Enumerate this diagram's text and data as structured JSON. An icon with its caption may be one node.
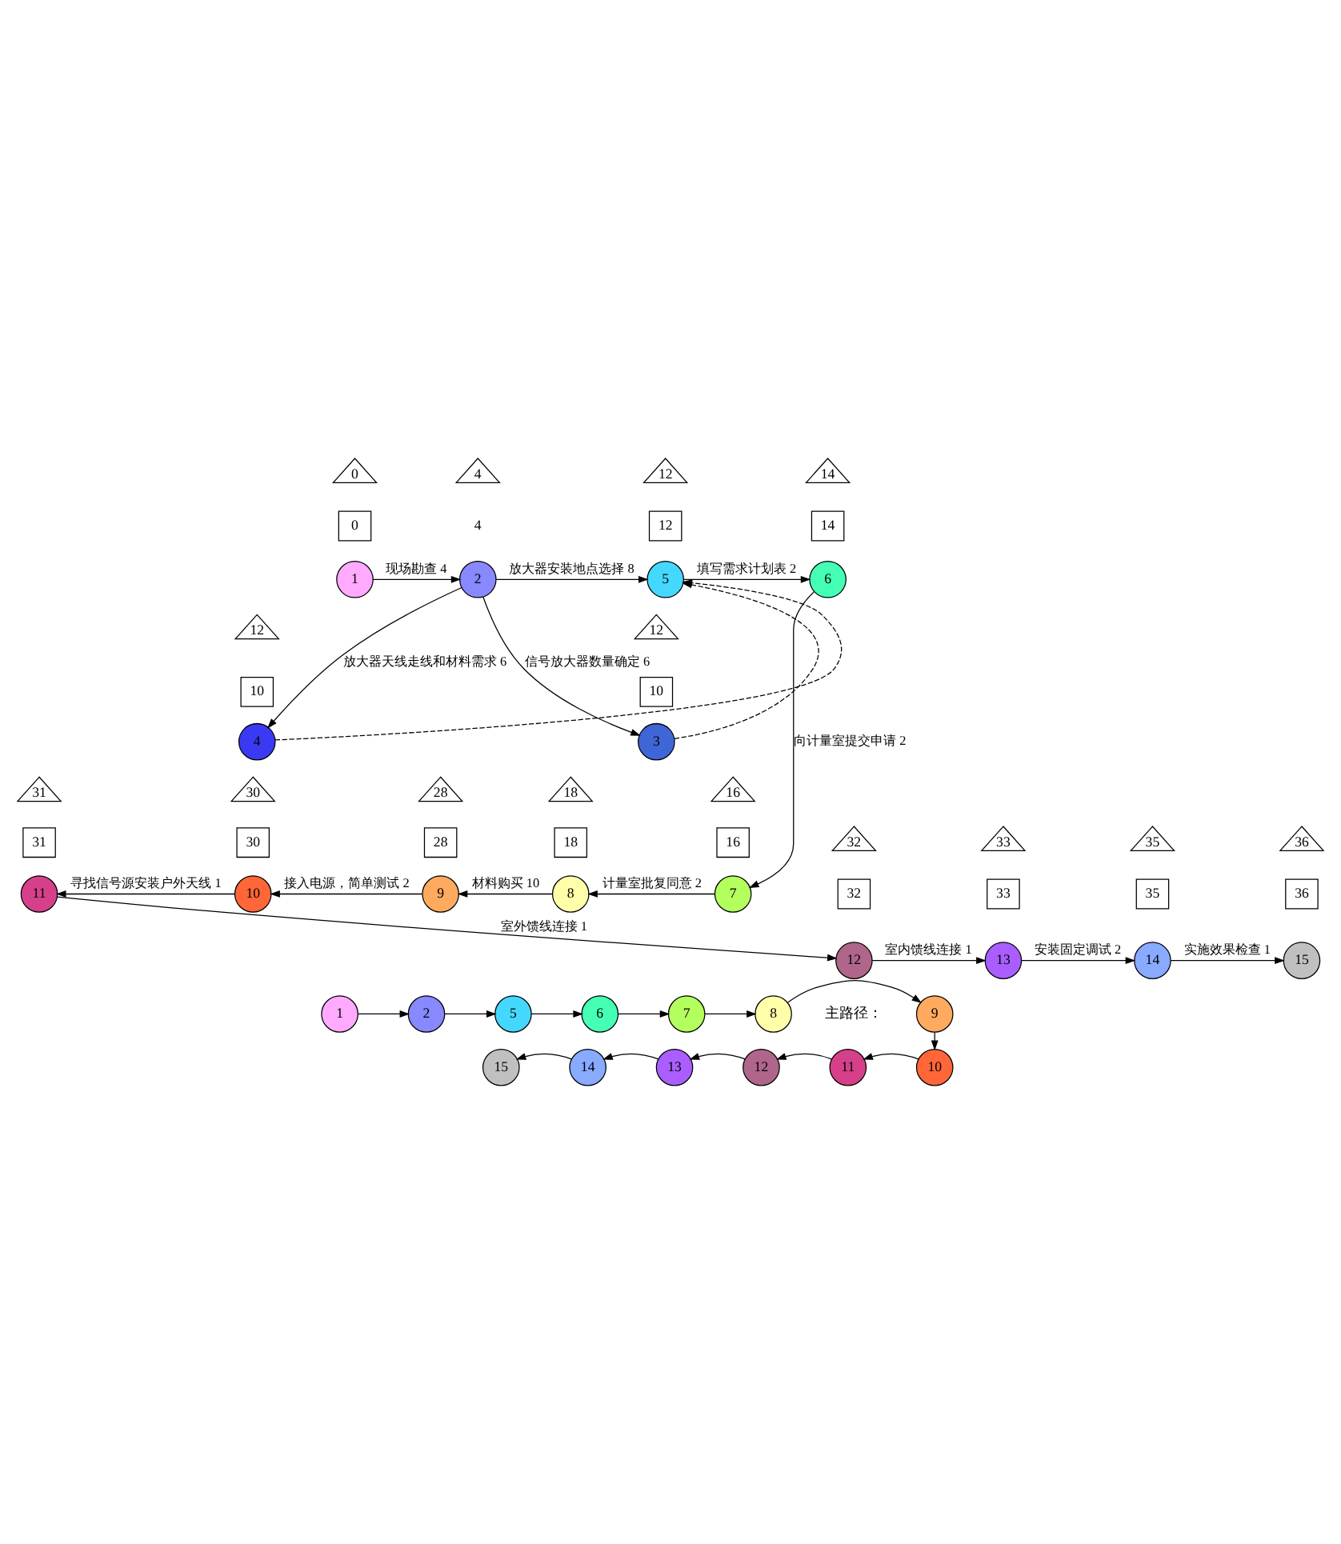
{
  "diagram": {
    "nodes": [
      {
        "text": [
          "12"
        ]
      },
      {
        "text": [
          "10"
        ]
      },
      {
        "text": [
          "3"
        ]
      },
      {
        "text": [
          "12"
        ]
      },
      {
        "text": [
          "10"
        ]
      },
      {
        "text": [
          "4"
        ]
      },
      {
        "text": [
          "0"
        ]
      },
      {
        "text": [
          "0"
        ]
      },
      {
        "text": [
          "1"
        ]
      },
      {
        "text": [
          "4"
        ]
      },
      {
        "text": [
          "2"
        ]
      },
      {
        "text": [
          "12"
        ]
      },
      {
        "text": [
          "12"
        ]
      },
      {
        "text": [
          "5"
        ]
      },
      {
        "text": [
          "14"
        ]
      },
      {
        "text": [
          "14"
        ]
      },
      {
        "text": [
          "6"
        ]
      },
      {
        "text": [
          "16"
        ]
      },
      {
        "text": [
          "16"
        ]
      },
      {
        "text": [
          "7"
        ]
      },
      {
        "text": [
          "18"
        ]
      },
      {
        "text": [
          "18"
        ]
      },
      {
        "text": [
          "8"
        ]
      },
      {
        "text": [
          "28"
        ]
      },
      {
        "text": [
          "28"
        ]
      },
      {
        "text": [
          "9"
        ]
      },
      {
        "text": [
          "30"
        ]
      },
      {
        "text": [
          "30"
        ]
      },
      {
        "text": [
          "10"
        ]
      },
      {
        "text": [
          "31"
        ]
      },
      {
        "text": [
          "31"
        ]
      },
      {
        "text": [
          "11"
        ]
      },
      {
        "text": [
          "32"
        ]
      },
      {
        "text": [
          "32"
        ]
      },
      {
        "text": [
          "12"
        ]
      },
      {
        "text": [
          "33"
        ]
      },
      {
        "text": [
          "33"
        ]
      },
      {
        "text": [
          "13"
        ]
      },
      {
        "text": [
          "35"
        ]
      },
      {
        "text": [
          "35"
        ]
      },
      {
        "text": [
          "14"
        ]
      },
      {
        "text": [
          "36"
        ]
      },
      {
        "text": [
          "36"
        ]
      },
      {
        "text": [
          "15"
        ]
      },
      {
        "text": [
          "1"
        ]
      },
      {
        "text": [
          "2"
        ]
      },
      {
        "text": [
          "5"
        ]
      },
      {
        "text": [
          "6"
        ]
      },
      {
        "text": [
          "7"
        ]
      },
      {
        "text": [
          "8"
        ]
      },
      {
        "text": [
          "9"
        ]
      },
      {
        "text": [
          "10"
        ]
      },
      {
        "text": [
          "11"
        ]
      },
      {
        "text": [
          "12"
        ]
      },
      {
        "text": [
          "13"
        ]
      },
      {
        "text": [
          "14"
        ]
      },
      {
        "text": [
          "15"
        ]
      }
    ],
    "edges": [
      {
        "from": 8,
        "to": 10,
        "arrow": "to",
        "label": "现场勘查 4"
      },
      {
        "from": 10,
        "to": 2,
        "arrow": "to",
        "label": "信号放大器数量确定 6"
      },
      {
        "from": 10,
        "to": 5,
        "arrow": "to",
        "label": "放大器天线走线和材料需求 6"
      },
      {
        "from": 10,
        "to": 13,
        "arrow": "to",
        "label": "放大器安装地点选择 8"
      },
      {
        "from": 2,
        "to": 13,
        "arrow": "to",
        "style": "dashed"
      },
      {
        "from": 5,
        "to": 13,
        "arrow": "to",
        "style": "dashed"
      },
      {
        "from": 13,
        "to": 16,
        "arrow": "to",
        "label": "填写需求计划表 2"
      },
      {
        "from": 16,
        "to": 19,
        "arrow": "to",
        "label": "向计量室提交申请 2"
      },
      {
        "from": 19,
        "to": 22,
        "arrow": "to",
        "label": "计量室批复同意 2"
      },
      {
        "from": 22,
        "to": 25,
        "arrow": "to",
        "label": "材料购买 10"
      },
      {
        "from": 25,
        "to": 28,
        "arrow": "to",
        "label": "接入电源，简单测试 2"
      },
      {
        "from": 28,
        "to": 31,
        "arrow": "to",
        "label": "寻找信号源安装户外天线 1"
      },
      {
        "from": 31,
        "to": 34,
        "arrow": "to",
        "label": "室外馈线连接 1"
      },
      {
        "from": 34,
        "to": 37,
        "arrow": "to",
        "label": "室内馈线连接 1"
      },
      {
        "from": 37,
        "to": 40,
        "arrow": "to",
        "label": "安装固定调试 2"
      },
      {
        "from": 40,
        "to": 43,
        "arrow": "to",
        "label": "实施效果检查 1"
      },
      {
        "from": 44,
        "to": 45,
        "arrow": "to"
      },
      {
        "from": 45,
        "to": 46,
        "arrow": "to"
      },
      {
        "from": 46,
        "to": 47,
        "arrow": "to"
      },
      {
        "from": 47,
        "to": 48,
        "arrow": "to"
      },
      {
        "from": 48,
        "to": 49,
        "arrow": "to"
      },
      {
        "from": 49,
        "to": 50,
        "arrow": "to"
      },
      {
        "from": 50,
        "to": 51,
        "arrow": "to"
      },
      {
        "from": 51,
        "to": 52,
        "arrow": "to"
      },
      {
        "from": 52,
        "to": 53,
        "arrow": "to"
      },
      {
        "from": 53,
        "to": 54,
        "arrow": "to"
      },
      {
        "from": 54,
        "to": 55,
        "arrow": "to"
      },
      {
        "from": 55,
        "to": 56,
        "arrow": "to"
      }
    ],
    "labels": [
      "4",
      "主路径："
    ]
  }
}
